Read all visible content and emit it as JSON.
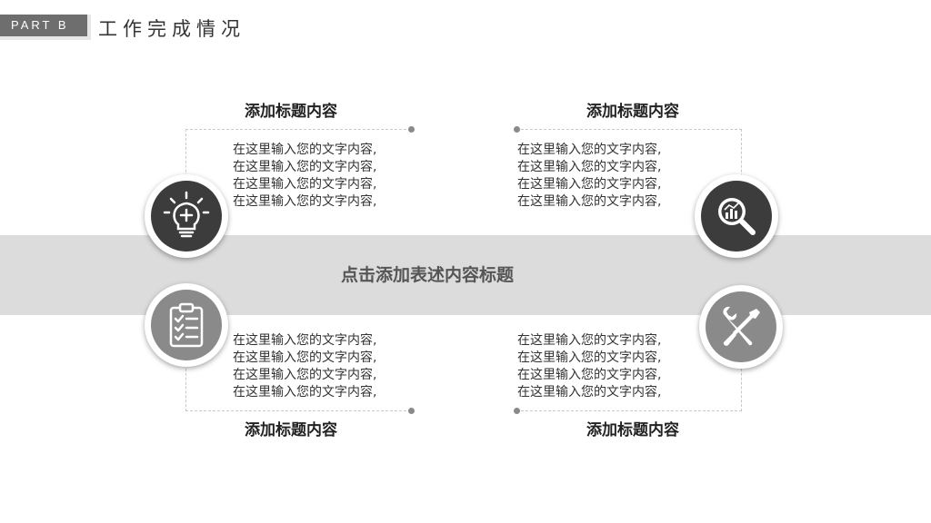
{
  "header": {
    "part_label": "PART B",
    "title": "工作完成情况"
  },
  "center": {
    "title": "点击添加表述内容标题"
  },
  "cards": [
    {
      "title": "添加标题内容",
      "lines": [
        "在这里输入您的文字内容,",
        "在这里输入您的文字内容,",
        "在这里输入您的文字内容,",
        "在这里输入您的文字内容,"
      ],
      "icon": "lightbulb-plus-icon"
    },
    {
      "title": "添加标题内容",
      "lines": [
        "在这里输入您的文字内容,",
        "在这里输入您的文字内容,",
        "在这里输入您的文字内容,",
        "在这里输入您的文字内容,"
      ],
      "icon": "chart-magnifier-icon"
    },
    {
      "title": "添加标题内容",
      "lines": [
        "在这里输入您的文字内容,",
        "在这里输入您的文字内容,",
        "在这里输入您的文字内容,",
        "在这里输入您的文字内容,"
      ],
      "icon": "clipboard-checklist-icon"
    },
    {
      "title": "添加标题内容",
      "lines": [
        "在这里输入您的文字内容,",
        "在这里输入您的文字内容,",
        "在这里输入您的文字内容,",
        "在这里输入您的文字内容,"
      ],
      "icon": "wrench-screwdriver-icon"
    }
  ],
  "colors": {
    "dark_icon_bg": "#3c3c3c",
    "light_icon_bg": "#8a8a8a",
    "band_bg": "#dcdcdc",
    "badge_bg": "#6e6e6e"
  }
}
